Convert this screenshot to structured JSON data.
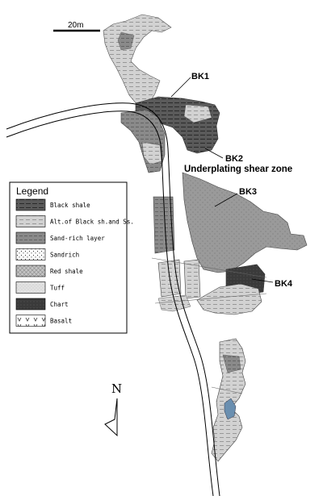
{
  "scale_bar": {
    "label": "20m"
  },
  "north_arrow": {
    "label": "N"
  },
  "site_labels": {
    "bk1": "BK1",
    "bk2": "BK2",
    "bk3": "BK3",
    "bk4": "BK4",
    "zone": "Underplating shear zone"
  },
  "legend": {
    "title": "Legend",
    "items": [
      {
        "label": "Black shale",
        "pattern": "black-shale"
      },
      {
        "label": "Alt.of Black sh.and Ss.",
        "pattern": "alternation"
      },
      {
        "label": "Sand-rich layer",
        "pattern": "sand-rich"
      },
      {
        "label": "Sandrich",
        "pattern": "sandrich"
      },
      {
        "label": "Red shale",
        "pattern": "red-shale"
      },
      {
        "label": "Tuff",
        "pattern": "tuff"
      },
      {
        "label": "Chart",
        "pattern": "chart"
      },
      {
        "label": "Basalt",
        "pattern": "basalt"
      }
    ]
  },
  "colors": {
    "black_shale": "#4a4a4a",
    "alternation": "#c8c8c8",
    "sand_rich": "#7c7c7c",
    "tuff": "#dcdcdc",
    "chart": "#3a3a3a",
    "red_shale": "#bdbdbd",
    "road": "#000000",
    "blue_lens": "#6a8fb0"
  }
}
